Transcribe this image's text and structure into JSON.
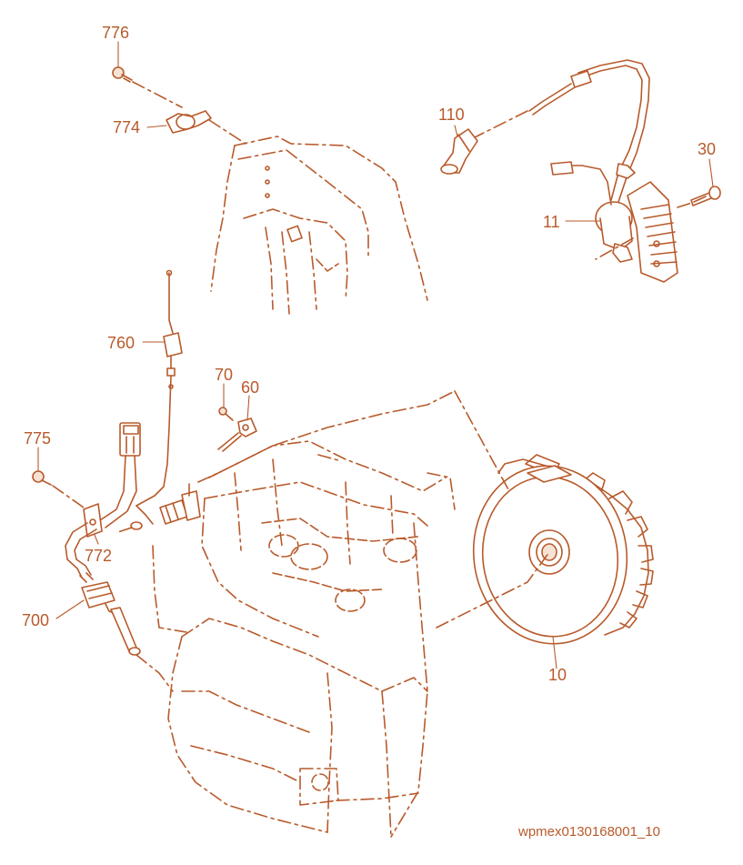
{
  "figure_code": "wpmex0130168001_10",
  "colors": {
    "line": "#b85a2b",
    "background": "#ffffff"
  },
  "callouts": [
    {
      "id": "776",
      "text": "776"
    },
    {
      "id": "774",
      "text": "774"
    },
    {
      "id": "110",
      "text": "110"
    },
    {
      "id": "30",
      "text": "30"
    },
    {
      "id": "11",
      "text": "11"
    },
    {
      "id": "760",
      "text": "760"
    },
    {
      "id": "70",
      "text": "70"
    },
    {
      "id": "60",
      "text": "60"
    },
    {
      "id": "775",
      "text": "775"
    },
    {
      "id": "772",
      "text": "772"
    },
    {
      "id": "700",
      "text": "700"
    },
    {
      "id": "10",
      "text": "10"
    }
  ]
}
